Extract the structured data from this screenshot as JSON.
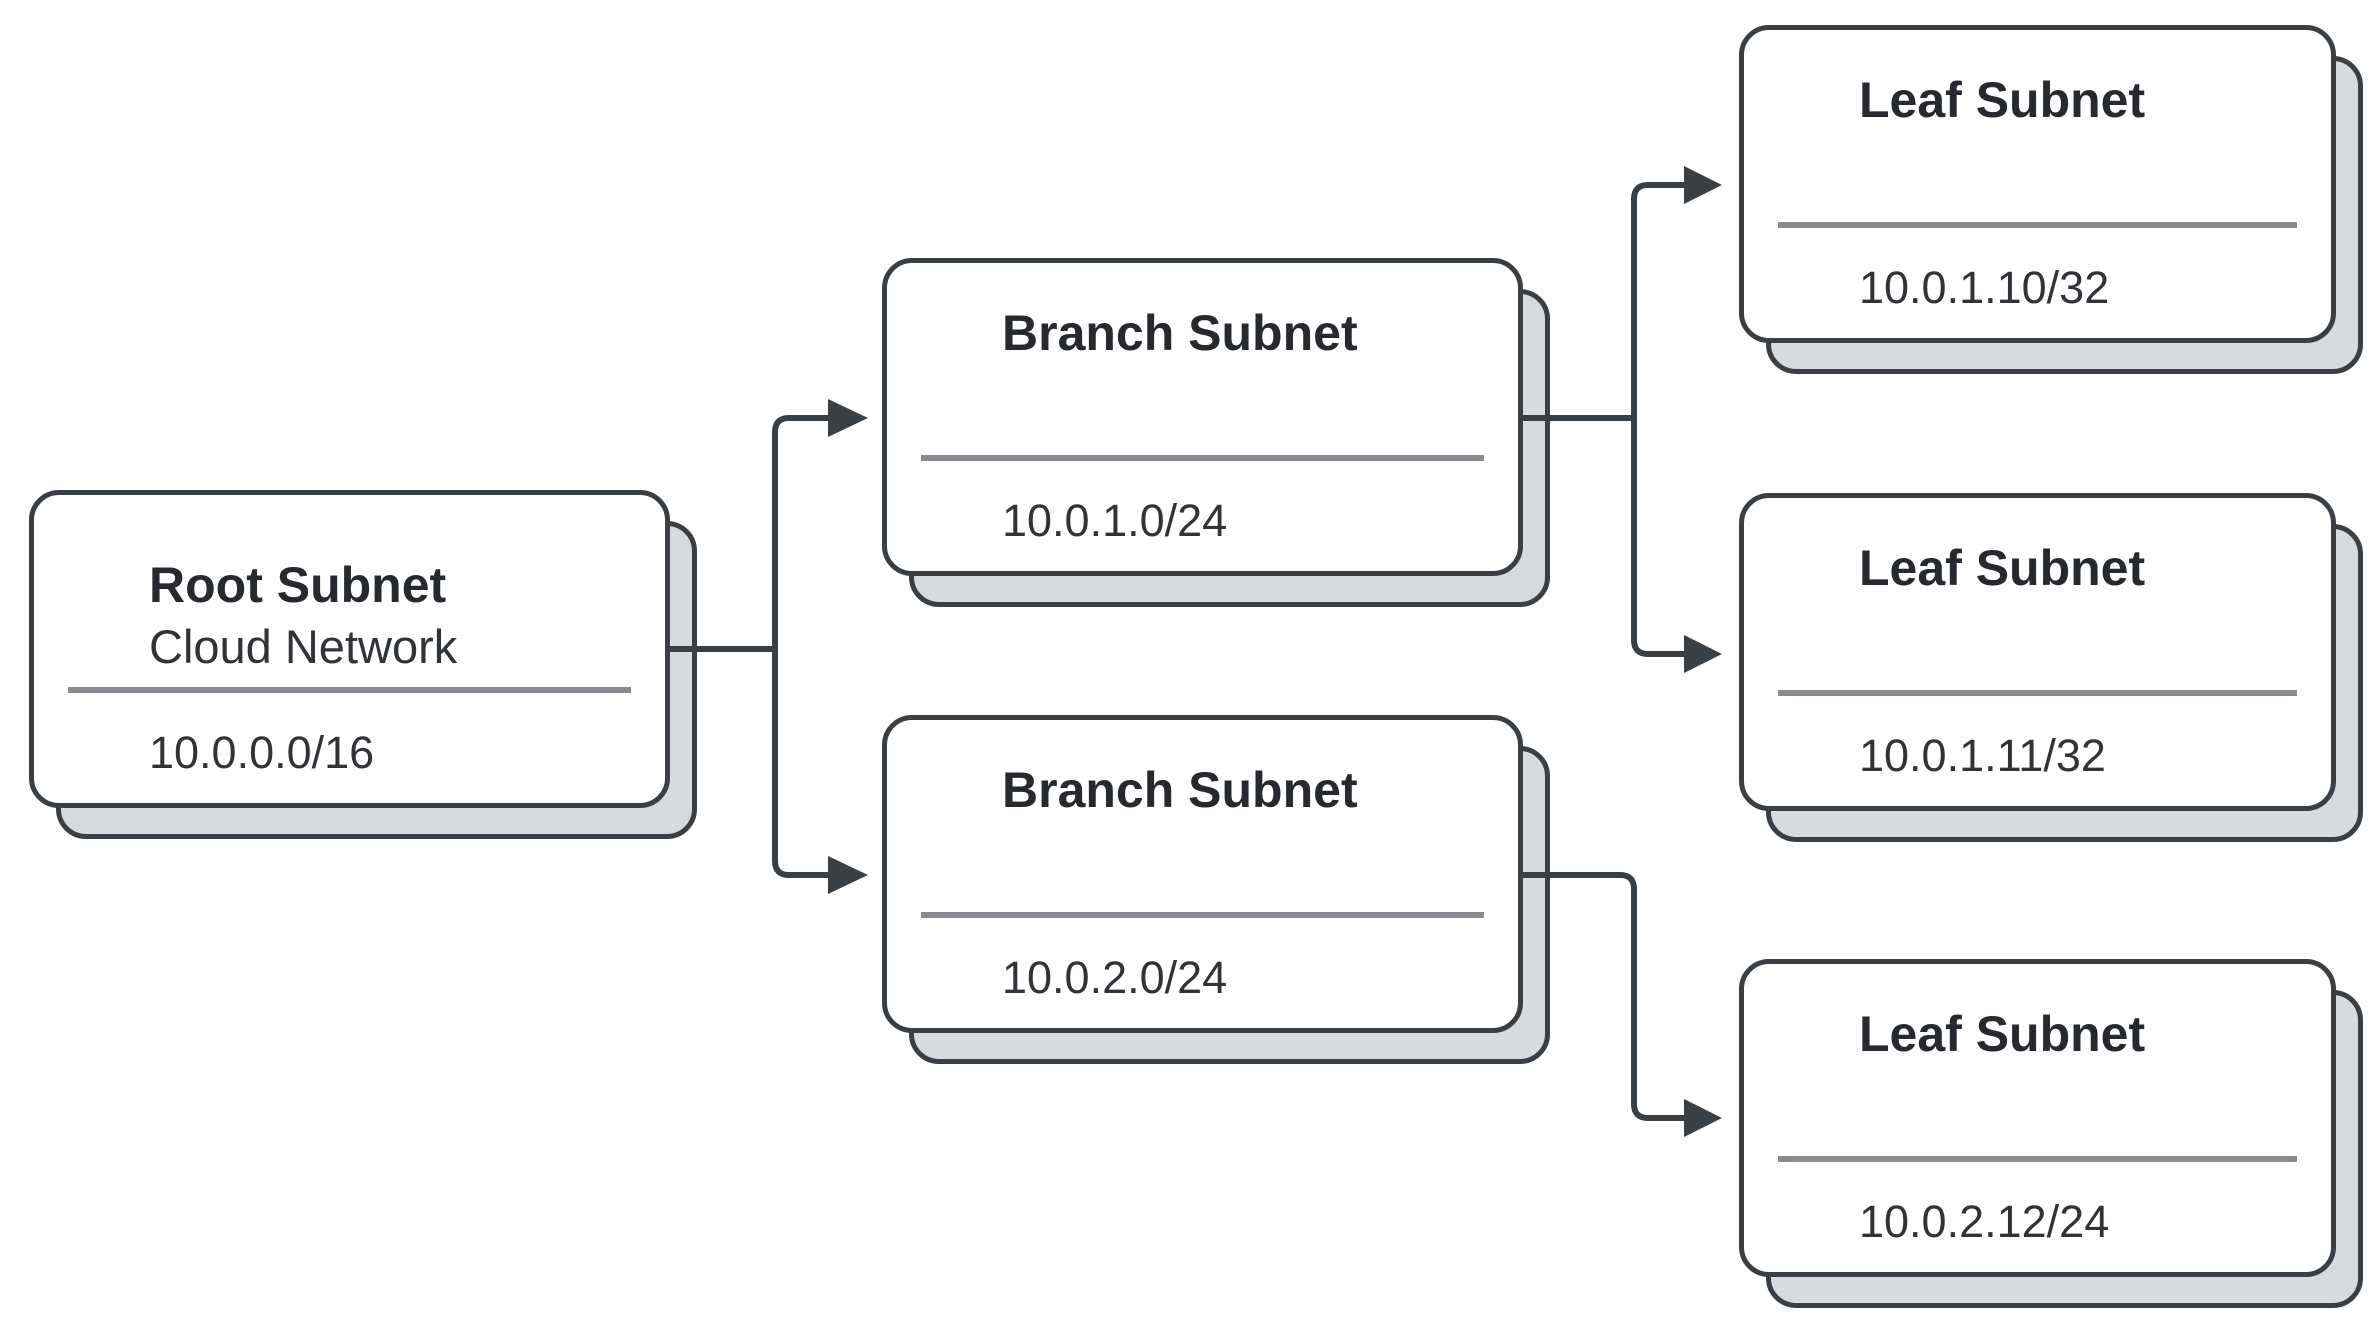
{
  "diagram": {
    "type": "subnet-hierarchy",
    "nodes": [
      {
        "id": "root",
        "title": "Root Subnet",
        "subtitle": "Cloud Network",
        "cidr": "10.0.0.0/16"
      },
      {
        "id": "branch-1",
        "title": "Branch Subnet",
        "cidr": "10.0.1.0/24"
      },
      {
        "id": "branch-2",
        "title": "Branch Subnet",
        "cidr": "10.0.2.0/24"
      },
      {
        "id": "leaf-1",
        "title": "Leaf Subnet",
        "cidr": "10.0.1.10/32"
      },
      {
        "id": "leaf-2",
        "title": "Leaf Subnet",
        "cidr": "10.0.1.11/32"
      },
      {
        "id": "leaf-3",
        "title": "Leaf Subnet",
        "cidr": "10.0.2.12/24"
      }
    ],
    "edges": [
      {
        "from": "root",
        "to": "branch-1"
      },
      {
        "from": "root",
        "to": "branch-2"
      },
      {
        "from": "branch-1",
        "to": "leaf-1"
      },
      {
        "from": "branch-1",
        "to": "leaf-2"
      },
      {
        "from": "branch-2",
        "to": "leaf-3"
      }
    ],
    "colors": {
      "background": "#ffffff",
      "card_fill": "#ffffff",
      "card_border": "#3a3f44",
      "shadow_fill": "#d9dadd",
      "divider": "#888c90",
      "title_text": "#26292d",
      "body_text": "#303438",
      "connector": "#3a3f44"
    }
  }
}
